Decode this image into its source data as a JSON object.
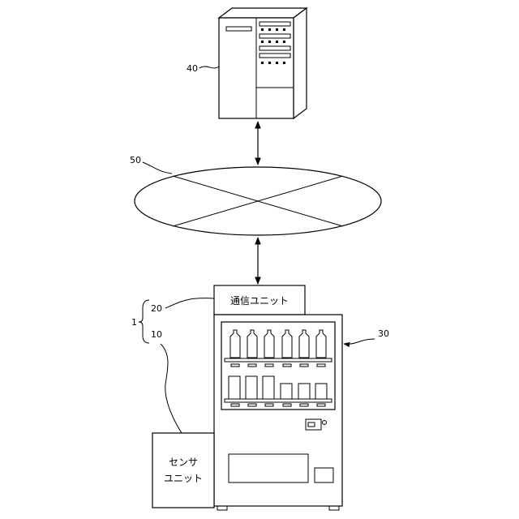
{
  "references": {
    "server": "40",
    "network": "50",
    "system": "1",
    "comm_unit": "20",
    "sensor_unit": "10",
    "vending_machine": "30"
  },
  "labels": {
    "comm_unit": "通信ユニット",
    "sensor_line1": "センサ",
    "sensor_line2": "ユニット"
  }
}
